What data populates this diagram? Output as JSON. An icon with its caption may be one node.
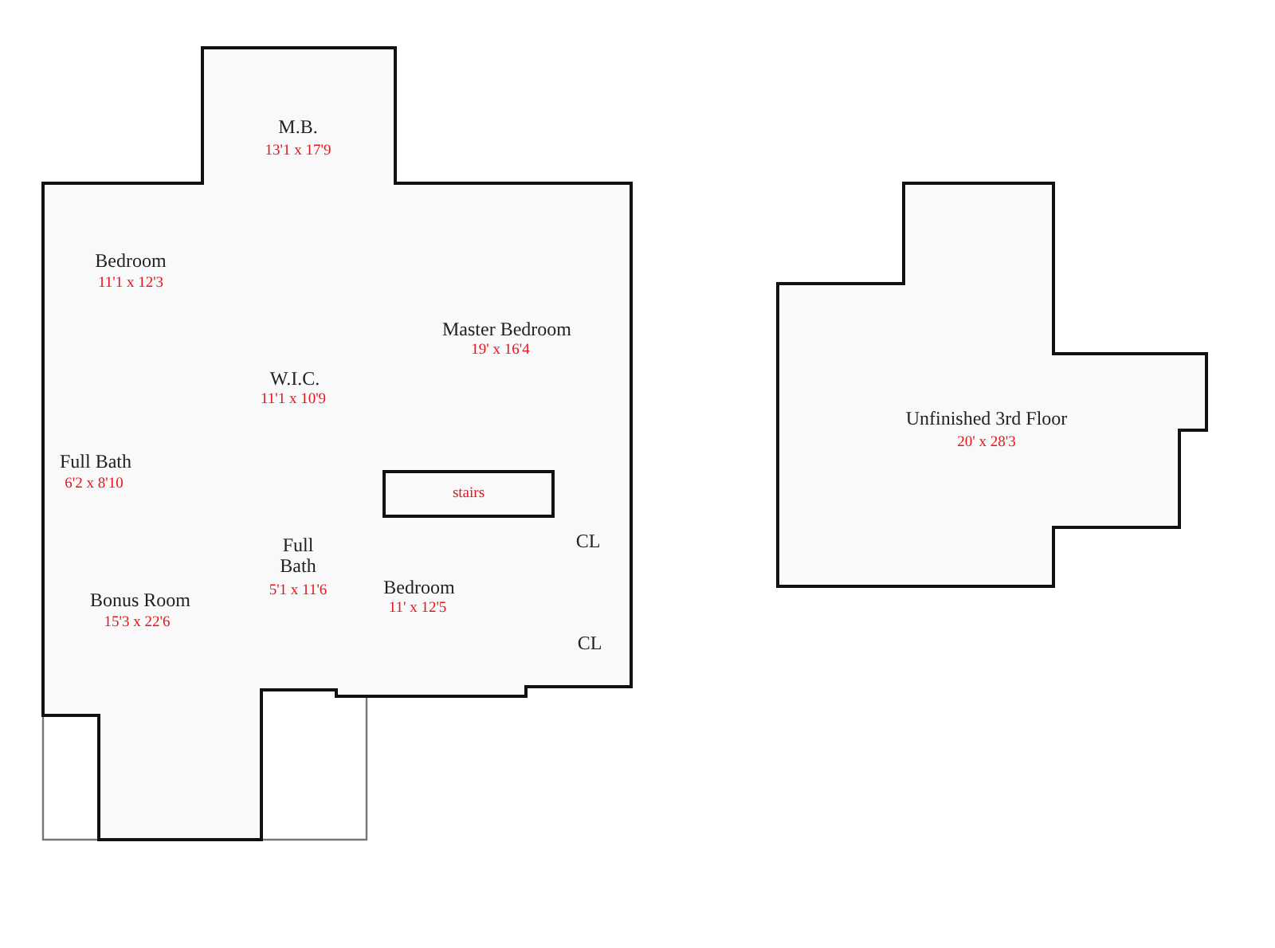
{
  "diagram": {
    "nodes": [
      {
        "text": [],
        "shape": "box"
      },
      {
        "text": [
          "stairs"
        ],
        "in": 0
      },
      {
        "text": [
          "Unfinished 3rd Floor",
          "20' x 28'3"
        ]
      }
    ],
    "labels": [
      "M.B.",
      "13'1 x 17'9",
      "Bedroom",
      "11'1 x 12'3",
      "Master Bedroom",
      "19' x 16'4",
      "W.I.C.",
      "11'1 x 10'9",
      "Full Bath",
      "6'2 x 8'10",
      "CL",
      "Full Bath",
      "5'1 x 11'6",
      "Bedroom",
      "11' x 12'5",
      "Bonus Room",
      "15'3 x 22'6",
      "CL"
    ]
  }
}
